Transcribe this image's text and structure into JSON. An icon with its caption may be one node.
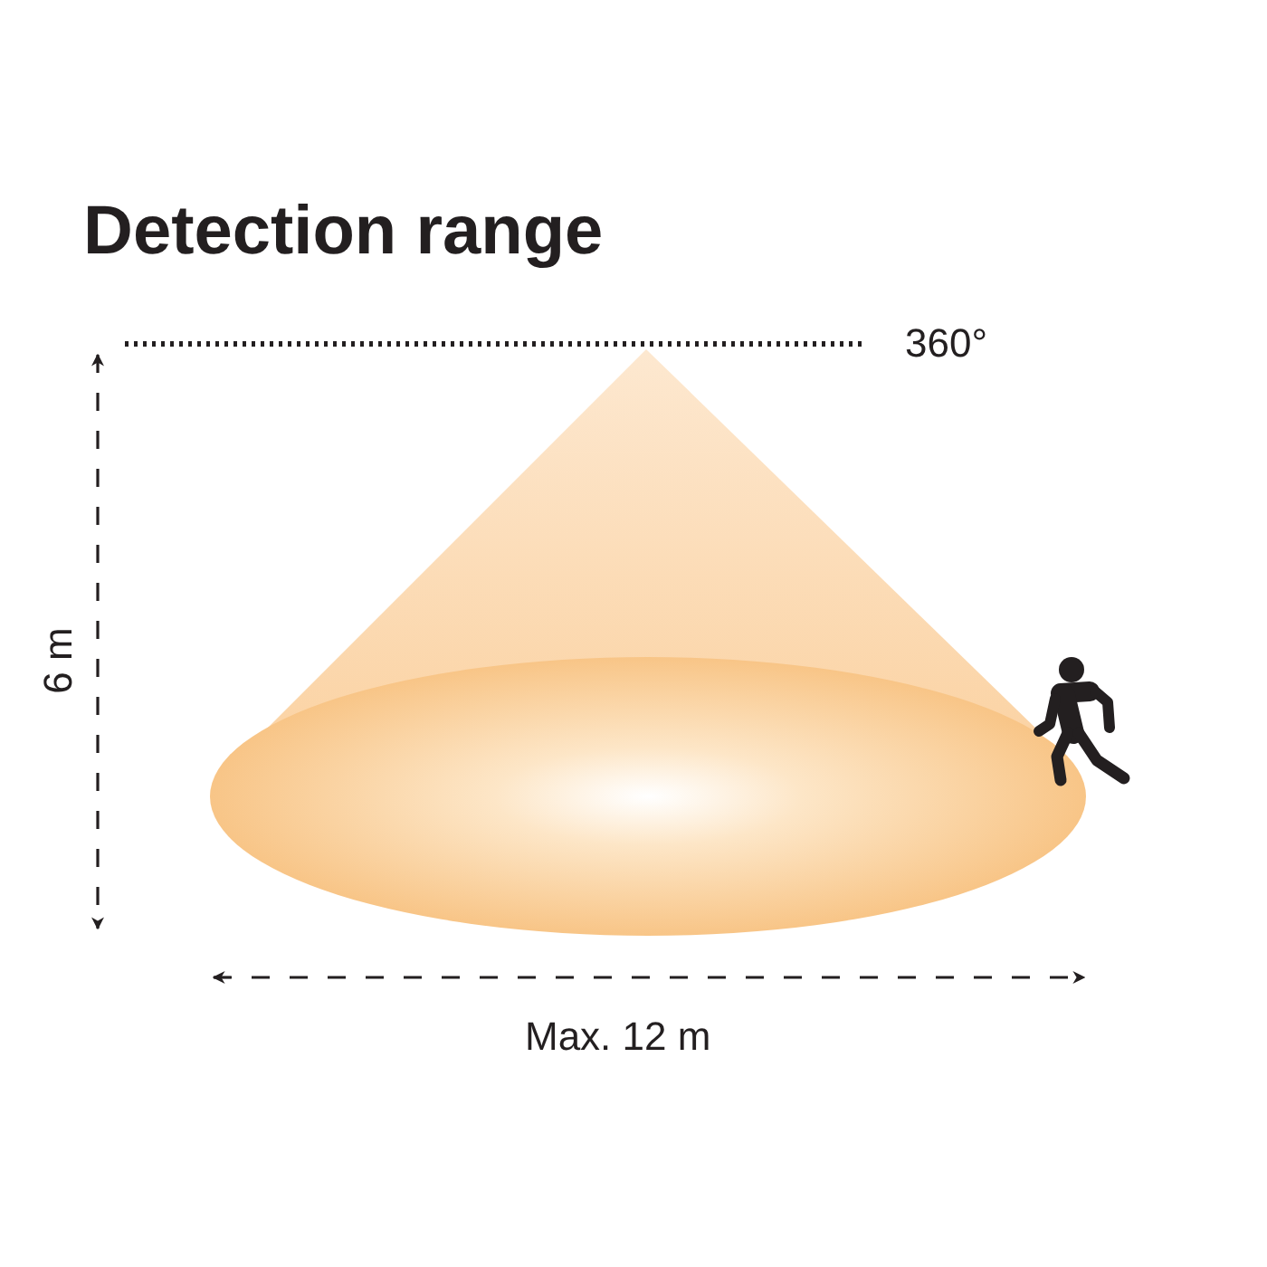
{
  "diagram": {
    "title": "Detection range",
    "labels": [
      "360°",
      "6 m",
      "Max. 12 m"
    ]
  }
}
